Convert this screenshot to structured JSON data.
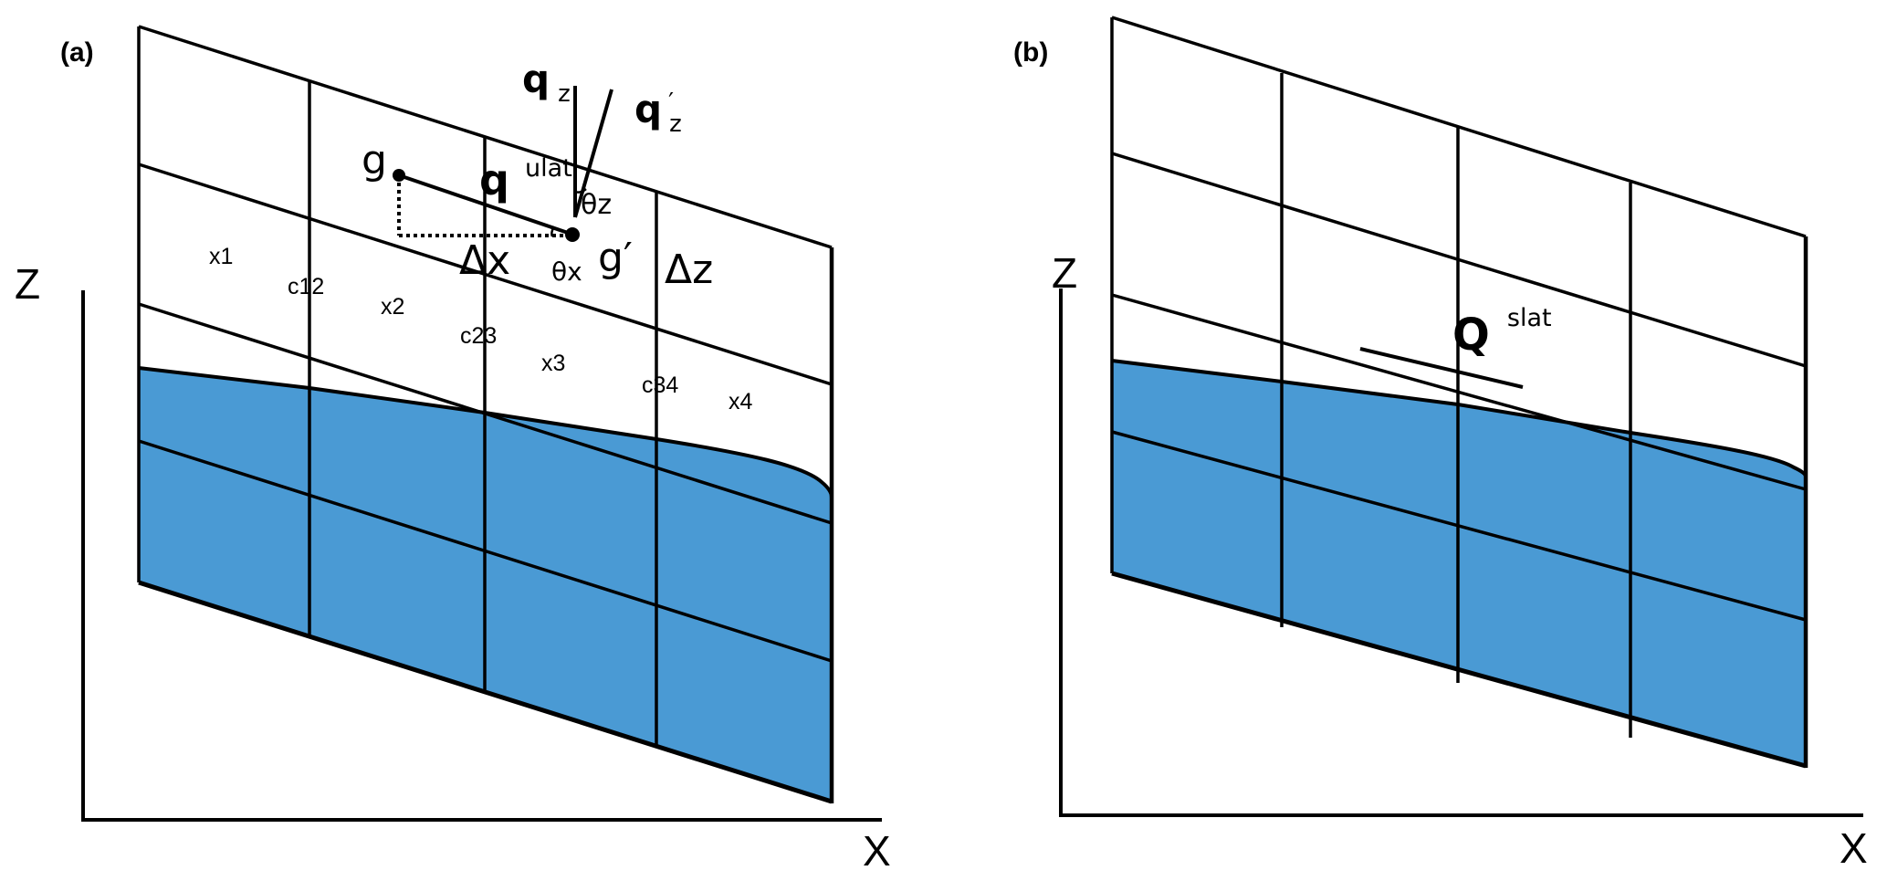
{
  "colors": {
    "water": "#4a9ad4",
    "line": "#000000",
    "background": "#ffffff"
  },
  "panels": [
    {
      "id": "a",
      "label": "(a)",
      "axes": {
        "z_label": "Z",
        "x_label": "X"
      },
      "cell_labels": [
        "x1",
        "x2",
        "x3",
        "x4"
      ],
      "interface_labels": [
        "c12",
        "c23",
        "c34"
      ],
      "symbols": {
        "g": "g",
        "g_prime": "g′",
        "q_ulat_base": "q",
        "q_ulat_sup": "ulat",
        "qz_base": "q",
        "qz_sub": "z",
        "qz_prime_base": "q",
        "qz_prime_sub": "z",
        "qz_prime_mark": "′",
        "theta_z": "θz",
        "theta_x": "θx",
        "delta_x": "Δx",
        "delta_z": "Δz"
      }
    },
    {
      "id": "b",
      "label": "(b)",
      "axes": {
        "z_label": "Z",
        "x_label": "X"
      },
      "symbols": {
        "q_slat_base": "Q",
        "q_slat_sup": "slat"
      }
    }
  ]
}
